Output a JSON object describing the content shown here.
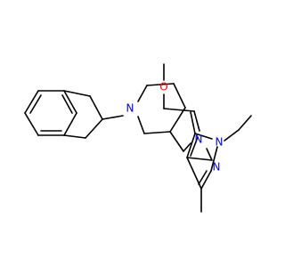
{
  "molecule": {
    "colors": {
      "bond": "#000000",
      "nitrogen": "#0000ff",
      "oxygen": "#ff0000",
      "background": "#ffffff"
    },
    "atoms": {
      "n_piperidine": "N",
      "n_amine": "N",
      "n1_pyrazole": "N",
      "n2_pyrazole": "N",
      "o_methoxy": "O"
    }
  }
}
